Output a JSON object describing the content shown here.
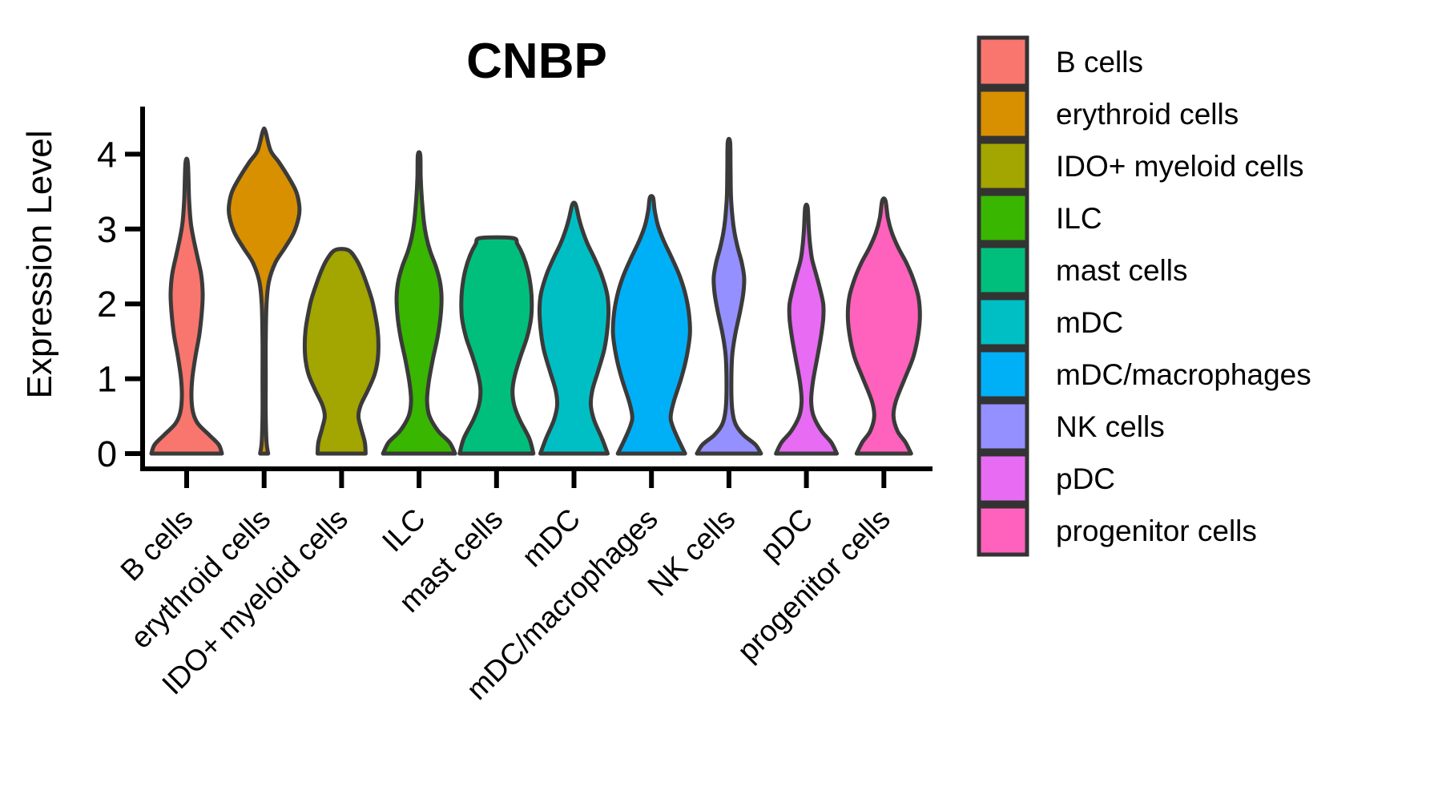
{
  "chart_data": {
    "type": "violin",
    "title": "CNBP",
    "ylabel": "Expression Level",
    "xlabel": "",
    "y_ticks": [
      0,
      1,
      2,
      3,
      4
    ],
    "ylim": [
      0,
      4.45
    ],
    "grid": false,
    "legend_position": "right",
    "categories": [
      "B cells",
      "erythroid cells",
      "IDO+ myeloid cells",
      "ILC",
      "mast cells",
      "mDC",
      "mDC/macrophages",
      "NK cells",
      "pDC",
      "progenitor cells"
    ],
    "series": [
      {
        "name": "B cells",
        "color": "#F8766D",
        "max_expression": 3.88,
        "profile": [
          [
            0,
            44
          ],
          [
            0.12,
            40
          ],
          [
            0.25,
            28
          ],
          [
            0.4,
            14
          ],
          [
            0.55,
            8
          ],
          [
            0.75,
            6
          ],
          [
            1.0,
            7
          ],
          [
            1.3,
            11
          ],
          [
            1.6,
            16
          ],
          [
            1.9,
            19
          ],
          [
            2.15,
            20
          ],
          [
            2.4,
            18
          ],
          [
            2.65,
            13
          ],
          [
            2.9,
            8
          ],
          [
            3.1,
            5
          ],
          [
            3.4,
            3
          ],
          [
            3.88,
            1.5
          ]
        ]
      },
      {
        "name": "erythroid cells",
        "color": "#D89000",
        "max_expression": 4.31,
        "profile": [
          [
            0,
            5
          ],
          [
            0.15,
            3
          ],
          [
            0.5,
            2
          ],
          [
            1.0,
            2
          ],
          [
            1.5,
            2
          ],
          [
            2.0,
            3
          ],
          [
            2.3,
            6
          ],
          [
            2.55,
            14
          ],
          [
            2.75,
            26
          ],
          [
            2.95,
            37
          ],
          [
            3.15,
            43
          ],
          [
            3.3,
            44
          ],
          [
            3.5,
            40
          ],
          [
            3.7,
            30
          ],
          [
            3.9,
            18
          ],
          [
            4.05,
            8
          ],
          [
            4.31,
            1.5
          ]
        ]
      },
      {
        "name": "IDO+ myeloid cells",
        "color": "#A3A500",
        "max_expression": 2.72,
        "profile": [
          [
            0,
            30
          ],
          [
            0.15,
            29
          ],
          [
            0.35,
            24
          ],
          [
            0.5,
            21
          ],
          [
            0.65,
            24
          ],
          [
            0.85,
            33
          ],
          [
            1.05,
            41
          ],
          [
            1.25,
            45
          ],
          [
            1.45,
            46
          ],
          [
            1.65,
            45
          ],
          [
            1.85,
            42
          ],
          [
            2.05,
            38
          ],
          [
            2.25,
            32
          ],
          [
            2.45,
            25
          ],
          [
            2.6,
            18
          ],
          [
            2.72,
            8
          ]
        ]
      },
      {
        "name": "ILC",
        "color": "#39B600",
        "max_expression": 3.99,
        "profile": [
          [
            0,
            45
          ],
          [
            0.15,
            38
          ],
          [
            0.3,
            24
          ],
          [
            0.5,
            13
          ],
          [
            0.7,
            10
          ],
          [
            0.95,
            12
          ],
          [
            1.25,
            17
          ],
          [
            1.55,
            23
          ],
          [
            1.85,
            27
          ],
          [
            2.1,
            28
          ],
          [
            2.3,
            26
          ],
          [
            2.5,
            21
          ],
          [
            2.7,
            14
          ],
          [
            2.9,
            9
          ],
          [
            3.1,
            6
          ],
          [
            3.4,
            3.5
          ],
          [
            3.7,
            2
          ],
          [
            3.99,
            1.5
          ]
        ]
      },
      {
        "name": "mast cells",
        "color": "#00BF7D",
        "max_expression": 2.88,
        "profile": [
          [
            0,
            46
          ],
          [
            0.2,
            41
          ],
          [
            0.45,
            29
          ],
          [
            0.65,
            22
          ],
          [
            0.85,
            20
          ],
          [
            1.05,
            23
          ],
          [
            1.3,
            30
          ],
          [
            1.55,
            38
          ],
          [
            1.8,
            43
          ],
          [
            2.0,
            44
          ],
          [
            2.2,
            43
          ],
          [
            2.45,
            39
          ],
          [
            2.65,
            33
          ],
          [
            2.8,
            26
          ],
          [
            2.88,
            20
          ]
        ]
      },
      {
        "name": "mDC",
        "color": "#00BFC4",
        "max_expression": 3.33,
        "profile": [
          [
            0,
            42
          ],
          [
            0.2,
            35
          ],
          [
            0.45,
            25
          ],
          [
            0.65,
            21
          ],
          [
            0.85,
            23
          ],
          [
            1.1,
            30
          ],
          [
            1.4,
            38
          ],
          [
            1.7,
            42
          ],
          [
            1.95,
            43
          ],
          [
            2.15,
            41
          ],
          [
            2.4,
            34
          ],
          [
            2.6,
            26
          ],
          [
            2.8,
            17
          ],
          [
            3.0,
            10
          ],
          [
            3.15,
            6
          ],
          [
            3.33,
            2
          ]
        ]
      },
      {
        "name": "mDC/macrophages",
        "color": "#00B0F6",
        "max_expression": 3.42,
        "profile": [
          [
            0,
            42
          ],
          [
            0.2,
            33
          ],
          [
            0.38,
            26
          ],
          [
            0.5,
            24
          ],
          [
            0.7,
            28
          ],
          [
            1.0,
            37
          ],
          [
            1.3,
            44
          ],
          [
            1.6,
            48
          ],
          [
            1.85,
            47
          ],
          [
            2.1,
            43
          ],
          [
            2.35,
            36
          ],
          [
            2.6,
            26
          ],
          [
            2.85,
            15
          ],
          [
            3.05,
            8
          ],
          [
            3.25,
            4
          ],
          [
            3.42,
            2
          ]
        ]
      },
      {
        "name": "NK cells",
        "color": "#9590FF",
        "max_expression": 4.16,
        "profile": [
          [
            0,
            40
          ],
          [
            0.12,
            33
          ],
          [
            0.25,
            18
          ],
          [
            0.4,
            8
          ],
          [
            0.6,
            4
          ],
          [
            0.9,
            3
          ],
          [
            1.3,
            4
          ],
          [
            1.6,
            8
          ],
          [
            1.9,
            14
          ],
          [
            2.15,
            18
          ],
          [
            2.35,
            19
          ],
          [
            2.55,
            16
          ],
          [
            2.75,
            11
          ],
          [
            2.95,
            7
          ],
          [
            3.15,
            4.5
          ],
          [
            3.45,
            2.5
          ],
          [
            3.8,
            2
          ],
          [
            4.16,
            1.5
          ]
        ]
      },
      {
        "name": "pDC",
        "color": "#E76BF3",
        "max_expression": 3.29,
        "profile": [
          [
            0,
            38
          ],
          [
            0.15,
            31
          ],
          [
            0.3,
            19
          ],
          [
            0.5,
            9
          ],
          [
            0.7,
            6
          ],
          [
            0.95,
            8
          ],
          [
            1.25,
            13
          ],
          [
            1.55,
            18
          ],
          [
            1.8,
            21
          ],
          [
            2.0,
            21
          ],
          [
            2.2,
            17
          ],
          [
            2.4,
            12
          ],
          [
            2.6,
            7
          ],
          [
            2.8,
            4.5
          ],
          [
            3.0,
            3
          ],
          [
            3.29,
            1.5
          ]
        ]
      },
      {
        "name": "progenitor cells",
        "color": "#FF62BC",
        "max_expression": 3.38,
        "profile": [
          [
            0,
            34
          ],
          [
            0.15,
            27
          ],
          [
            0.3,
            17
          ],
          [
            0.5,
            12
          ],
          [
            0.7,
            15
          ],
          [
            1.0,
            26
          ],
          [
            1.3,
            37
          ],
          [
            1.6,
            43
          ],
          [
            1.85,
            45
          ],
          [
            2.1,
            43
          ],
          [
            2.35,
            36
          ],
          [
            2.55,
            28
          ],
          [
            2.75,
            18
          ],
          [
            2.95,
            10
          ],
          [
            3.15,
            5
          ],
          [
            3.38,
            2
          ]
        ]
      }
    ]
  },
  "colors": {
    "background": "#FFFFFF",
    "axis": "#000000",
    "text": "#000000",
    "violin_outline": "#3A3A3A",
    "legend_swatch_border": "#333333"
  }
}
